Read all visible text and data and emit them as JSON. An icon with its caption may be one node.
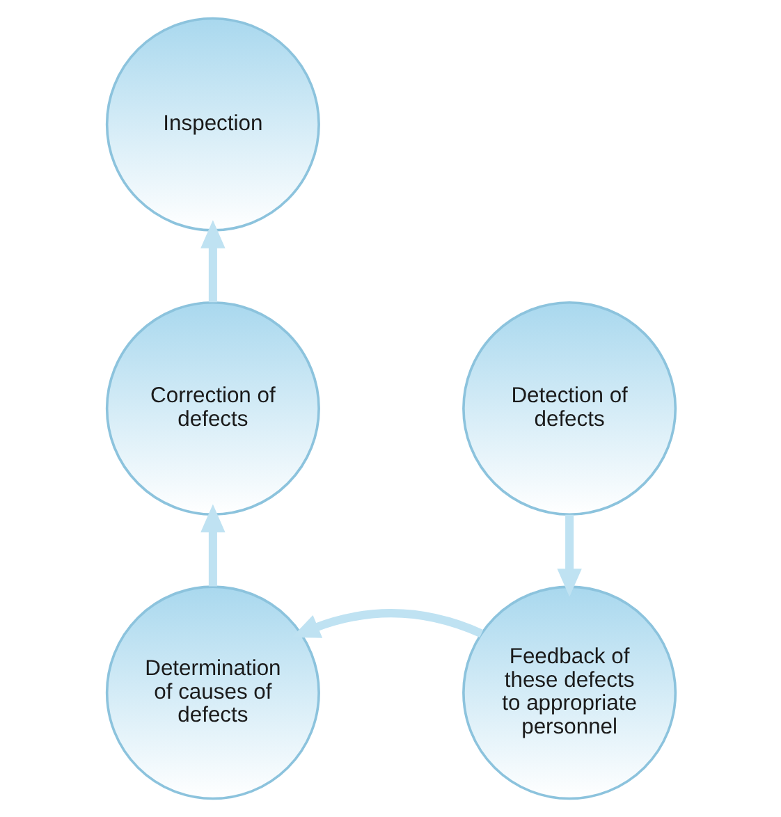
{
  "diagram": {
    "nodes": [
      {
        "text": [
          "Inspection"
        ]
      },
      {
        "text": [
          "Detection of defects"
        ]
      },
      {
        "text": [
          "Feedback of these defects to appropriate personnel"
        ]
      },
      {
        "text": [
          "Determination of causes of defects"
        ]
      },
      {
        "text": [
          "Correction of defects"
        ]
      }
    ],
    "edges": [
      {
        "from": 1,
        "to": 2,
        "arrow": "to"
      },
      {
        "from": 2,
        "to": 3,
        "arrow": "to"
      },
      {
        "from": 3,
        "to": 4,
        "arrow": "to"
      },
      {
        "from": 4,
        "to": 0,
        "arrow": "to"
      }
    ]
  }
}
